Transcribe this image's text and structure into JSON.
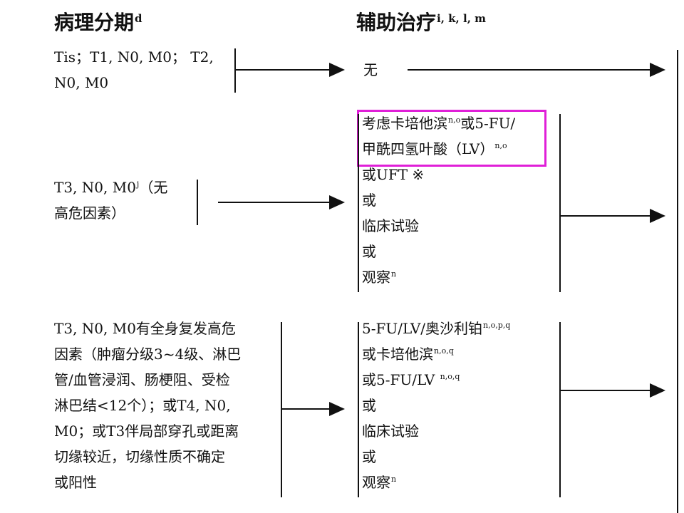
{
  "headers": {
    "stage": {
      "text": "病理分期",
      "sup": "d"
    },
    "adjuvant": {
      "text": "辅助治疗",
      "sup": "i, k, l, m"
    }
  },
  "rows": [
    {
      "stage_lines": [
        {
          "text": "Tis；T1, N0, M0；  T2,"
        },
        {
          "text": "N0, M0"
        }
      ],
      "treatment_lines": [
        {
          "text": "无"
        }
      ]
    },
    {
      "stage_lines": [
        {
          "text": "T3, N0, M0",
          "sup": "j",
          "tail": "（无"
        },
        {
          "text": "高危因素）"
        }
      ],
      "treatment_lines": [
        {
          "text": "考虑卡培他滨",
          "sup": "n,o",
          "tail": "或5-FU/"
        },
        {
          "text": "甲酰四氢叶酸（LV）",
          "sup": "n,o"
        },
        {
          "text": "或UFT ※"
        },
        {
          "text": "或"
        },
        {
          "text": "临床试验"
        },
        {
          "text": "或"
        },
        {
          "text": "观察",
          "sup": "n"
        }
      ],
      "highlighted_lines": [
        0,
        1
      ]
    },
    {
      "stage_lines": [
        {
          "text": "T3, N0, M0有全身复发高危"
        },
        {
          "text": "因素（肿瘤分级3~4级、淋巴"
        },
        {
          "text": "管/血管浸润、肠梗阻、受检"
        },
        {
          "text": "淋巴结<12个）；或T4, N0,"
        },
        {
          "text": "M0；或T3伴局部穿孔或距离"
        },
        {
          "text": "切缘较近，切缘性质不确定"
        },
        {
          "text": "或阳性"
        }
      ],
      "treatment_lines": [
        {
          "text": "5-FU/LV/奥沙利铂",
          "sup": "n,o,p,q"
        },
        {
          "text": "或卡培他滨",
          "sup": "n,o,q"
        },
        {
          "text": "或5-FU/LV ",
          "sup": "n,o,q"
        },
        {
          "text": "或"
        },
        {
          "text": "临床试验"
        },
        {
          "text": "或"
        },
        {
          "text": "观察",
          "sup": "n"
        }
      ]
    }
  ],
  "colors": {
    "highlight": "#e01fd8",
    "ink": "#111111"
  }
}
